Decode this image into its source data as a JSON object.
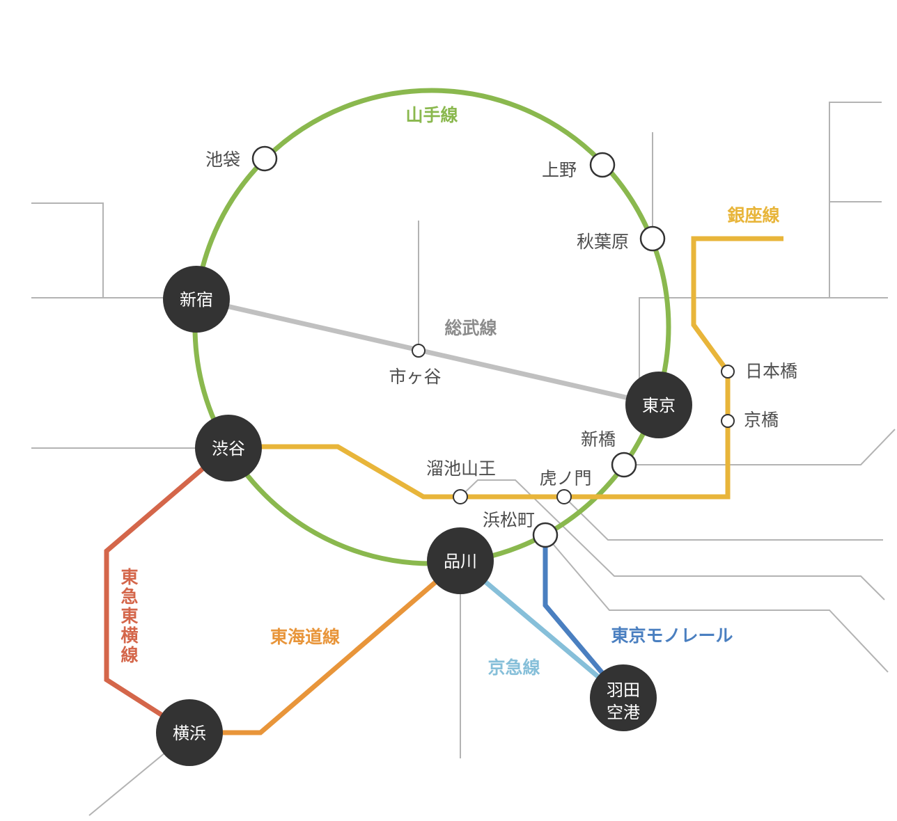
{
  "lines": {
    "yamanote": {
      "label": "山手線",
      "color": "#8ab84e"
    },
    "ginza": {
      "label": "銀座線",
      "color": "#e8b53a"
    },
    "sobu": {
      "label": "総武線",
      "color": "#c0c0c0"
    },
    "tokaido": {
      "label": "東海道線",
      "color": "#e8953a"
    },
    "tokyu_toyoko": {
      "label": "東急東横線",
      "color": "#d4664a"
    },
    "keikyu": {
      "label": "京急線",
      "color": "#86bfd9"
    },
    "monorail": {
      "label": "東京モノレール",
      "color": "#4a7fc0"
    }
  },
  "stations": {
    "ikebukuro": "池袋",
    "ueno": "上野",
    "akihabara": "秋葉原",
    "shinjuku": "新宿",
    "ichigaya": "市ヶ谷",
    "tokyo": "東京",
    "nihonbashi": "日本橋",
    "kyobashi": "京橋",
    "shibuya": "渋谷",
    "shimbashi": "新橋",
    "tameike_sanno": "溜池山王",
    "toranomon": "虎ノ門",
    "hamamatsucho": "浜松町",
    "shinagawa": "品川",
    "yokohama": "横浜",
    "haneda_line1": "羽田",
    "haneda_line2": "空港"
  }
}
